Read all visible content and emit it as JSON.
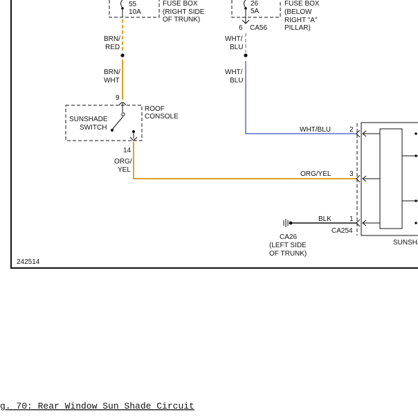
{
  "fuse_box_1": {
    "fuse_number": "55",
    "fuse_rating": "10A",
    "label_lines": [
      "FUSE BOX",
      "(RIGHT SIDE",
      "OF TRUNK)"
    ]
  },
  "fuse_box_2": {
    "fuse_number": "26",
    "fuse_rating": "5A",
    "label_lines": [
      "FUSE BOX",
      "(BELOW",
      "RIGHT \"A\"",
      "PILLAR)"
    ],
    "pin": "6",
    "connector": "CA56"
  },
  "wires": {
    "brn_red": [
      "BRN/",
      "RED"
    ],
    "brn_wht": [
      "BRN/",
      "WHT"
    ],
    "wht_blu_upper": [
      "WHT/",
      "BLU"
    ],
    "wht_blu_lower": [
      "WHT/",
      "BLU"
    ],
    "org_yel_vertical": [
      "ORG/",
      "YEL"
    ],
    "wht_blu_horizontal": "WHT/BLU",
    "org_yel_horizontal": "ORG/YEL",
    "blk": "BLK"
  },
  "switch": {
    "name_lines": [
      "SUNSHADE",
      "SWITCH"
    ],
    "location_lines": [
      "ROOF",
      "CONSOLE"
    ],
    "pin_in": "9",
    "pin_out": "14"
  },
  "motor": {
    "pins": [
      "2",
      "3",
      "1"
    ],
    "connector": "CA254",
    "label": "SUNSHA"
  },
  "ground": {
    "id": "CA26",
    "location_lines": [
      "(LEFT SIDE",
      "OF TRUNK)"
    ]
  },
  "diagram_id": "242514",
  "caption": "g. 70: Rear Window Sun Shade Circuit",
  "colors": {
    "orange_wire": "#e0a020",
    "blue_wire": "#5a6bc8",
    "gray_wire": "#9a9a9a",
    "line": "#111111"
  }
}
